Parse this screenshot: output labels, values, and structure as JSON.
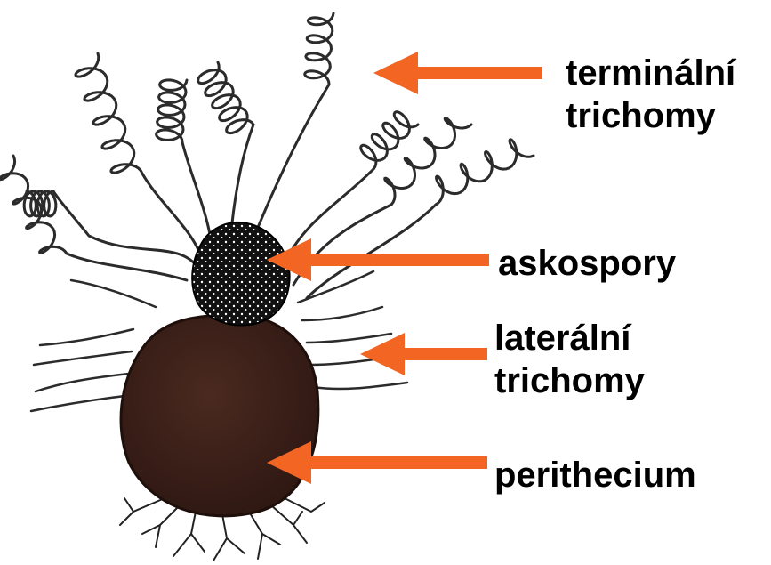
{
  "colors": {
    "arrow": "#f26522",
    "perithecium": "#3b1f18",
    "ascospores": "#111111",
    "trichome_line": "#2b2b2b",
    "text": "#000000"
  },
  "labels": {
    "terminal": {
      "line1": "terminální",
      "line2": "trichomy"
    },
    "ascospores": "askospory",
    "lateral": {
      "line1": "laterální",
      "line2": "trichomy"
    },
    "perithecium": "perithecium"
  }
}
